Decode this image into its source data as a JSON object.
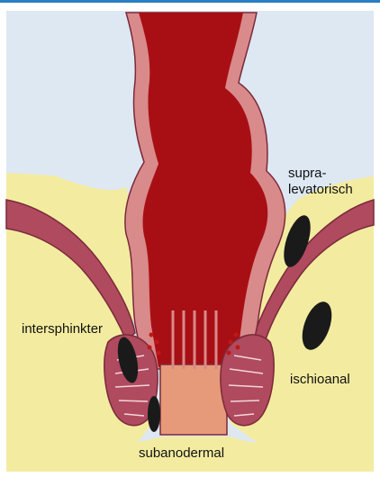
{
  "colors": {
    "frame_accent": "#2a7fc0",
    "panel_background": "#dde8f3",
    "fat_tissue": "#f3eca0",
    "muscle": "#b04a5e",
    "rectum_lumen": "#a80f14",
    "mucosa_wall": "#d98a8a",
    "anal_canal": "#e79a7a",
    "abscess": "#1a1a1a"
  },
  "labels": {
    "supralevatorisch_line1": "supra-",
    "supralevatorisch_line2": "levatorisch",
    "intersphinkter": "intersphinkter",
    "ischioanal": "ischioanal",
    "subanodermal": "subanodermal"
  }
}
